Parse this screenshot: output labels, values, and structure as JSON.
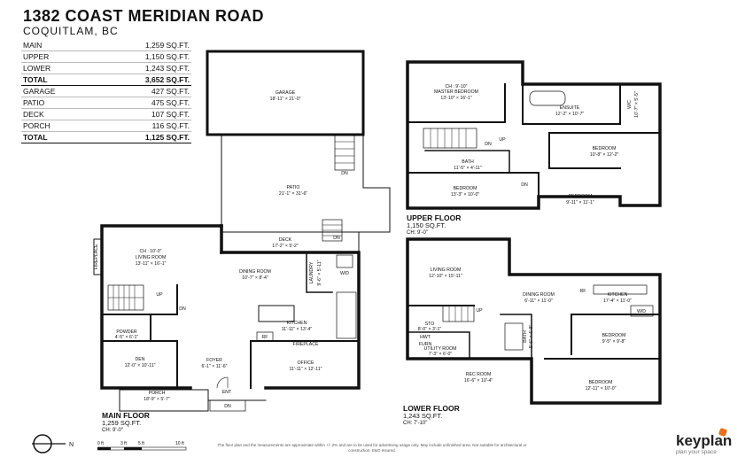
{
  "header": {
    "title": "1382 COAST MERIDIAN ROAD",
    "subtitle": "COQUITLAM, BC"
  },
  "areas": {
    "living": [
      {
        "label": "MAIN",
        "value": "1,259 SQ.FT."
      },
      {
        "label": "UPPER",
        "value": "1,150 SQ.FT."
      },
      {
        "label": "LOWER",
        "value": "1,243 SQ.FT."
      }
    ],
    "living_total": {
      "label": "TOTAL",
      "value": "3,652 SQ.FT."
    },
    "other": [
      {
        "label": "GARAGE",
        "value": "427 SQ.FT."
      },
      {
        "label": "PATIO",
        "value": "475 SQ.FT."
      },
      {
        "label": "DECK",
        "value": "107 SQ.FT."
      },
      {
        "label": "PORCH",
        "value": "116 SQ.FT."
      }
    ],
    "other_total": {
      "label": "TOTAL",
      "value": "1,125 SQ.FT."
    }
  },
  "main_floor": {
    "name": "MAIN FLOOR",
    "area": "1,259 SQ.FT.",
    "ceiling": "CH: 9'-0\"",
    "rooms": {
      "garage": {
        "name": "GARAGE",
        "dims": "18'-11\" × 21'-0\""
      },
      "patio": {
        "name": "PATIO",
        "dims": "21'-1\" × 31'-6\""
      },
      "deck": {
        "name": "DECK",
        "dims": "17'-2\" × 5'-2\""
      },
      "living": {
        "ch": "CH : 10'-0\"",
        "name": "LIVING ROOM",
        "dims": "13'-11\" × 16'-1\""
      },
      "dining": {
        "name": "DINING ROOM",
        "dims": "10'-7\" × 8'-4\""
      },
      "laundry": {
        "name": "LAUNDRY",
        "dims": "9'-6\" × 5'-11\""
      },
      "kitchen": {
        "name": "KITCHEN",
        "dims": "11'-11\" × 13'-4\""
      },
      "powder": {
        "name": "POWDER",
        "dims": "4'-5\" × 6'-1\""
      },
      "den": {
        "name": "DEN",
        "dims": "12'-0\" × 10'-11\""
      },
      "foyer": {
        "name": "FOYER",
        "dims": "6'-1\" × 11'-6\""
      },
      "office": {
        "name": "OFFICE",
        "dims": "11'-11\" × 12'-11\""
      },
      "porch": {
        "name": "PORCH",
        "dims": "18'-9\" × 5'-7\""
      }
    },
    "marks": {
      "fireplace": "FIREPLACE",
      "fireplace2": "FIREPLACE",
      "fridge": "RF",
      "dn": "DN",
      "up": "UP",
      "washer": "W/D",
      "entry": "ENT"
    }
  },
  "upper_floor": {
    "name": "UPPER FLOOR",
    "area": "1,150 SQ.FT.",
    "ceiling": "CH: 9'-0\"",
    "rooms": {
      "master": {
        "ch": "CH : 9'-10\"",
        "name": "MASTER BEDROOM",
        "dims": "13'-10\" × 16'-1\""
      },
      "ensuite": {
        "name": "ENSUITE",
        "dims": "12'-2\" × 10'-7\""
      },
      "wic": {
        "name": "W/C",
        "dims": "10'-7\" × 5'-5\""
      },
      "bedroom1": {
        "name": "BEDROOM",
        "dims": "10'-8\" × 12'-2\""
      },
      "bath": {
        "name": "BATH",
        "dims": "11'-5\" × 4'-11\""
      },
      "bedroom2": {
        "name": "BEDROOM",
        "dims": "13'-3\" × 10'-0\""
      },
      "bedroom3": {
        "name": "BEDROOM",
        "dims": "9'-11\" × 11'-1\""
      }
    },
    "marks": {
      "dn": "DN",
      "up": "UP"
    }
  },
  "lower_floor": {
    "name": "LOWER FLOOR",
    "area": "1,243 SQ.FT.",
    "ceiling": "CH: 7'-10\"",
    "rooms": {
      "living": {
        "name": "LIVING ROOM",
        "dims": "12'-10\" × 15'-11\""
      },
      "dining": {
        "name": "DINING ROOM",
        "dims": "6'-11\" × 11'-0\""
      },
      "kitchen": {
        "name": "KITCHEN",
        "dims": "17'-4\" × 11'-0\""
      },
      "sto": {
        "name": "STO",
        "dims": "8'-0\" × 3'-1\""
      },
      "bath": {
        "name": "BATH",
        "dims": "9'-6\" × 4'-9\""
      },
      "utility": {
        "name": "UTILITY ROOM",
        "dims": "7'-3\" × 6'-0\""
      },
      "bedroom1": {
        "name": "BEDROOM",
        "dims": "9'-5\" × 9'-8\""
      },
      "rec": {
        "name": "REC ROOM",
        "dims": "16'-6\" × 10'-4\""
      },
      "bedroom2": {
        "name": "BEDROOM",
        "dims": "12'-11\" × 10'-0\""
      }
    },
    "marks": {
      "up": "UP",
      "fridge": "RF",
      "washer": "W/D",
      "hwt": "HWT",
      "furn": "FURN"
    }
  },
  "footer": {
    "north": "N",
    "scale": [
      "0 ft",
      "3 ft",
      "5 ft",
      "10 ft"
    ],
    "disclaimer": "The floor plan and the measurements are approximate within +/- 2% and are to be used for advertising usage only. May include unfinished area. Not suitable for architectural or construction. E&O Insured.",
    "brand": "keyplan",
    "tagline": "plan your space"
  },
  "colors": {
    "wall": "#111111",
    "accent": "#e8701e"
  }
}
